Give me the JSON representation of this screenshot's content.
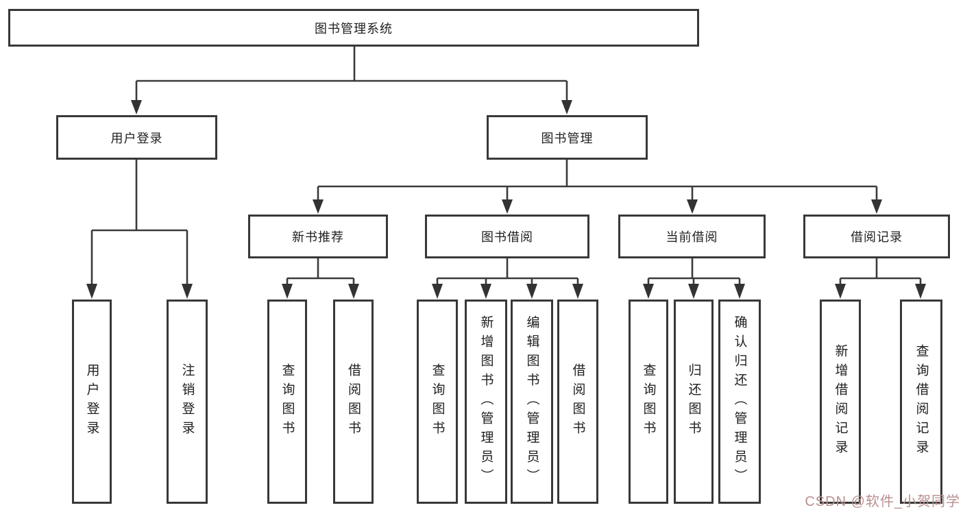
{
  "root": {
    "label": "图书管理系统"
  },
  "branches": [
    {
      "label": "用户登录",
      "children": [
        {
          "label": "用户登录"
        },
        {
          "label": "注销登录"
        }
      ]
    },
    {
      "label": "图书管理",
      "children": [
        {
          "label": "新书推荐",
          "children": [
            {
              "label": "查询图书"
            },
            {
              "label": "借阅图书"
            }
          ]
        },
        {
          "label": "图书借阅",
          "children": [
            {
              "label": "查询图书"
            },
            {
              "label": "新增图书（管理员）"
            },
            {
              "label": "编辑图书（管理员）"
            },
            {
              "label": "借阅图书"
            }
          ]
        },
        {
          "label": "当前借阅",
          "children": [
            {
              "label": "查询图书"
            },
            {
              "label": "归还图书"
            },
            {
              "label": "确认归还（管理员）"
            }
          ]
        },
        {
          "label": "借阅记录",
          "children": [
            {
              "label": "新增借阅记录"
            },
            {
              "label": "查询借阅记录"
            }
          ]
        }
      ]
    }
  ],
  "watermark": {
    "text": "CSDN @软件_小贺同学"
  },
  "colors": {
    "line": "#3a3a3a",
    "box_border": "#383838",
    "text": "#1f1f1f",
    "watermark": "#b98f8f",
    "background": "#ffffff"
  }
}
